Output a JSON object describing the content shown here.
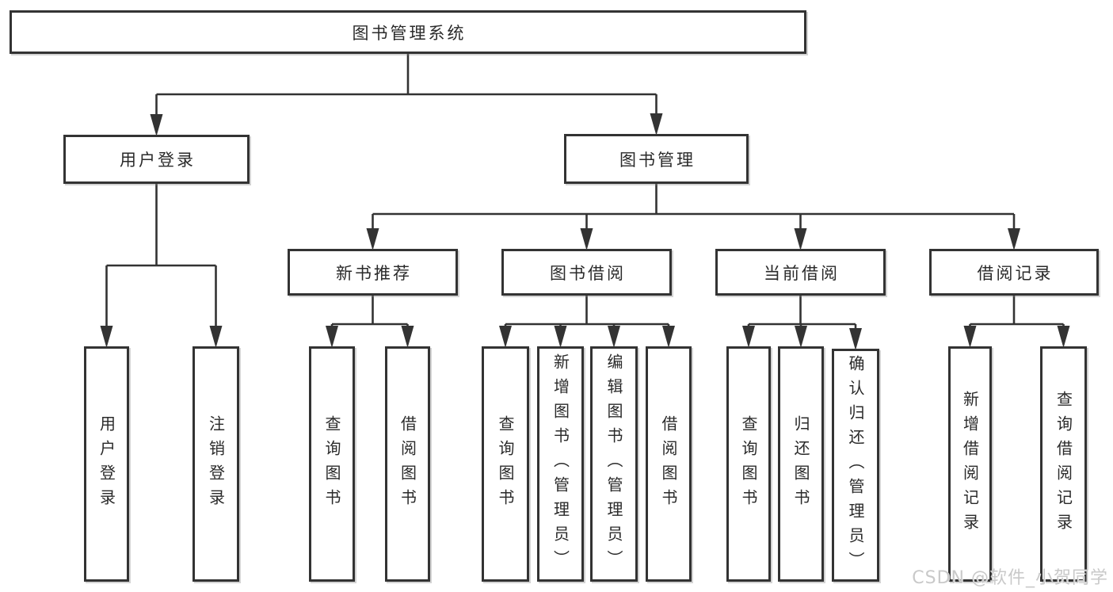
{
  "colors": {
    "line": "#333333",
    "text": "#2a2a2a",
    "background": "#ffffff",
    "watermark": "#c9c9c9"
  },
  "watermark": {
    "text": "CSDN @软件_小贺同学"
  },
  "diagram": {
    "type": "hierarchy-tree",
    "title": "图书管理系统",
    "nodes": [
      {
        "id": "root",
        "label": "图书管理系统",
        "parent": null,
        "orientation": "horizontal"
      },
      {
        "id": "user-login-group",
        "label": "用户登录",
        "parent": "root",
        "orientation": "horizontal"
      },
      {
        "id": "book-management",
        "label": "图书管理",
        "parent": "root",
        "orientation": "horizontal"
      },
      {
        "id": "user-login",
        "label": "用户登录",
        "parent": "user-login-group",
        "orientation": "vertical"
      },
      {
        "id": "logout",
        "label": "注销登录",
        "parent": "user-login-group",
        "orientation": "vertical"
      },
      {
        "id": "new-book-recommend",
        "label": "新书推荐",
        "parent": "book-management",
        "orientation": "horizontal"
      },
      {
        "id": "book-borrow",
        "label": "图书借阅",
        "parent": "book-management",
        "orientation": "horizontal"
      },
      {
        "id": "current-borrow",
        "label": "当前借阅",
        "parent": "book-management",
        "orientation": "horizontal"
      },
      {
        "id": "borrow-records",
        "label": "借阅记录",
        "parent": "book-management",
        "orientation": "horizontal"
      },
      {
        "id": "nb-query",
        "label": "查询图书",
        "parent": "new-book-recommend",
        "orientation": "vertical"
      },
      {
        "id": "nb-borrow",
        "label": "借阅图书",
        "parent": "new-book-recommend",
        "orientation": "vertical"
      },
      {
        "id": "bb-query",
        "label": "查询图书",
        "parent": "book-borrow",
        "orientation": "vertical"
      },
      {
        "id": "bb-add",
        "label": "新增图书（管理员）",
        "parent": "book-borrow",
        "orientation": "vertical"
      },
      {
        "id": "bb-edit",
        "label": "编辑图书（管理员）",
        "parent": "book-borrow",
        "orientation": "vertical"
      },
      {
        "id": "bb-borrow",
        "label": "借阅图书",
        "parent": "book-borrow",
        "orientation": "vertical"
      },
      {
        "id": "cb-query",
        "label": "查询图书",
        "parent": "current-borrow",
        "orientation": "vertical"
      },
      {
        "id": "cb-return",
        "label": "归还图书",
        "parent": "current-borrow",
        "orientation": "vertical"
      },
      {
        "id": "cb-confirm",
        "label": "确认归还（管理员）",
        "parent": "current-borrow",
        "orientation": "vertical"
      },
      {
        "id": "br-add",
        "label": "新增借阅记录",
        "parent": "borrow-records",
        "orientation": "vertical"
      },
      {
        "id": "br-query",
        "label": "查询借阅记录",
        "parent": "borrow-records",
        "orientation": "vertical"
      }
    ]
  }
}
